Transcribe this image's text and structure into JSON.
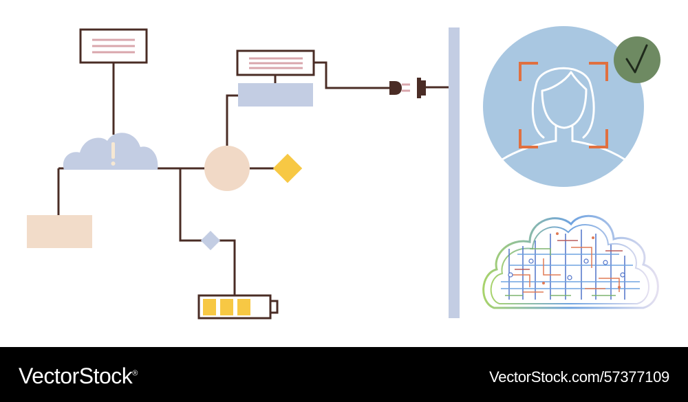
{
  "colors": {
    "line": "#4a2c25",
    "cloud_fill": "#c3cde3",
    "rect_peach": "#f2dcc9",
    "circle_peach": "#f1d9c6",
    "diamond_yellow": "#f7c844",
    "diamond_blue": "#c3cde3",
    "battery_yellow": "#f7c844",
    "text_lines_pink": "#d9a6ac",
    "wall": "#c3cde3",
    "face_circle": "#a9c7e1",
    "scan_brackets": "#e07040",
    "check_badge": "#6e8a62",
    "footer_bg": "#000000",
    "footer_text": "#ffffff"
  },
  "icons": [
    "warning-cloud-icon",
    "power-plug-icon",
    "power-socket-icon",
    "battery-icon",
    "face-recognition-icon",
    "checkmark-icon",
    "circuit-cloud-icon"
  ],
  "battery": {
    "charge_segments": 3,
    "total_segments": 4
  },
  "footer": {
    "brand": "VectorStock",
    "registered_mark": "®",
    "image_id": "VectorStock.com/57377109"
  }
}
